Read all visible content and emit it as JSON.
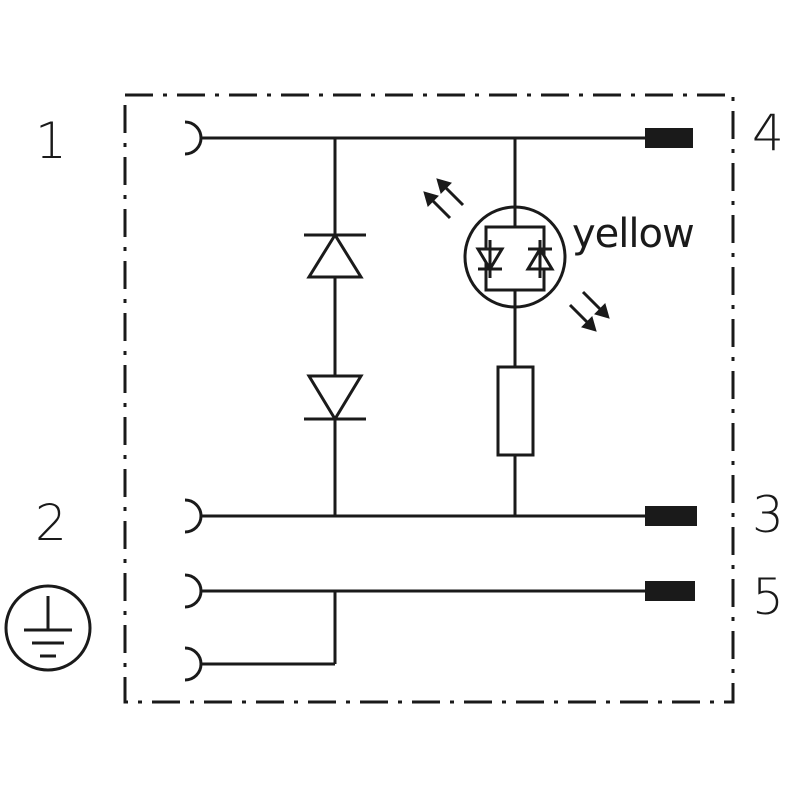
{
  "pins": {
    "pin1": "1",
    "pin2": "2",
    "pin3": "3",
    "pin4": "4",
    "pin5": "5"
  },
  "led": {
    "color_label": "yellow"
  },
  "colors": {
    "stroke": "#1a1a1a",
    "background": "#ffffff"
  },
  "icons": {
    "ground": "protective-earth-icon",
    "led": "bicolor-led-icon"
  }
}
